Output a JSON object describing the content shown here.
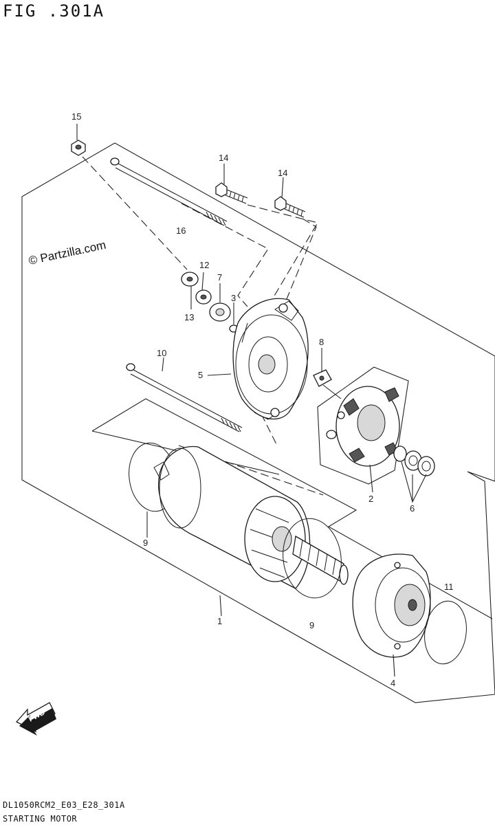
{
  "header": {
    "figure_title": "FIG .301A"
  },
  "watermark": {
    "text": "© Partzilla.com"
  },
  "callouts": [
    {
      "id": "c15",
      "text": "15"
    },
    {
      "id": "c16a",
      "text": "16"
    },
    {
      "id": "c14a",
      "text": "14"
    },
    {
      "id": "c14b",
      "text": "14"
    },
    {
      "id": "c12",
      "text": "12"
    },
    {
      "id": "c7",
      "text": "7"
    },
    {
      "id": "c3",
      "text": "3"
    },
    {
      "id": "c13",
      "text": "13"
    },
    {
      "id": "c8",
      "text": "8"
    },
    {
      "id": "c10",
      "text": "10"
    },
    {
      "id": "c5",
      "text": "5"
    },
    {
      "id": "c2",
      "text": "2"
    },
    {
      "id": "c6",
      "text": "6"
    },
    {
      "id": "c9a",
      "text": "9"
    },
    {
      "id": "c9b",
      "text": "9"
    },
    {
      "id": "c1",
      "text": "1"
    },
    {
      "id": "c11",
      "text": "11"
    },
    {
      "id": "c4",
      "text": "4"
    }
  ],
  "fwd_badge": {
    "text": "FWD"
  },
  "footer": {
    "code": "DL1050RCM2_E03_E28_301A",
    "name": "STARTING MOTOR"
  }
}
